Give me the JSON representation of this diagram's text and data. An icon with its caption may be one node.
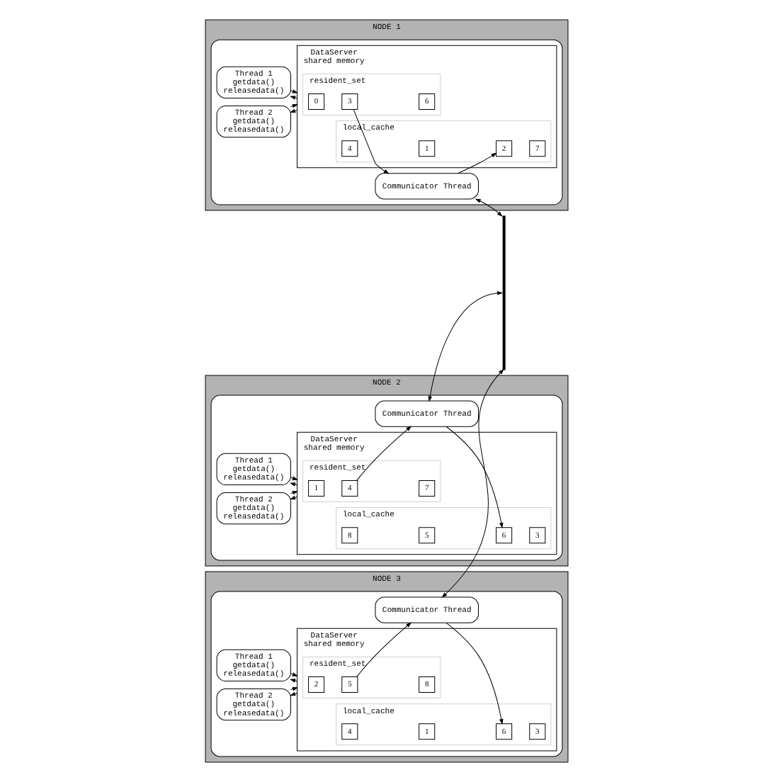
{
  "diagram": {
    "nodes": [
      {
        "text": [
          "NODE 1"
        ]
      },
      {
        "text": [],
        "shape": "box",
        "in": 0
      },
      {
        "text": [
          "Thread 1",
          "getdata()",
          "releasedata()"
        ],
        "in": 1
      },
      {
        "text": [
          "Thread 2",
          "getdata()",
          "releasedata()"
        ],
        "in": 1
      },
      {
        "text": [
          "DataServer",
          "shared memory"
        ],
        "in": 1
      },
      {
        "text": [
          "resident_set"
        ],
        "in": 4
      },
      {
        "text": [
          "0"
        ],
        "in": 5
      },
      {
        "text": [
          "3"
        ],
        "in": 5
      },
      {
        "text": [
          "6"
        ],
        "in": 5
      },
      {
        "text": [
          "local_cache"
        ],
        "in": 4
      },
      {
        "text": [
          "4"
        ],
        "in": 9
      },
      {
        "text": [
          "1"
        ],
        "in": 9
      },
      {
        "text": [
          "2"
        ],
        "in": 9
      },
      {
        "text": [
          "7"
        ],
        "in": 9
      },
      {
        "text": [
          "Communicator Thread"
        ],
        "in": 1
      },
      {
        "text": [
          "NODE 2"
        ]
      },
      {
        "text": [],
        "shape": "box",
        "in": 15
      },
      {
        "text": [
          "Thread 1",
          "getdata()",
          "releasedata()"
        ],
        "in": 16
      },
      {
        "text": [
          "Thread 2",
          "getdata()",
          "releasedata()"
        ],
        "in": 16
      },
      {
        "text": [
          "DataServer",
          "shared memory"
        ],
        "in": 16
      },
      {
        "text": [
          "resident_set"
        ],
        "in": 19
      },
      {
        "text": [
          "1"
        ],
        "in": 20
      },
      {
        "text": [
          "4"
        ],
        "in": 20
      },
      {
        "text": [
          "7"
        ],
        "in": 20
      },
      {
        "text": [
          "local_cache"
        ],
        "in": 19
      },
      {
        "text": [
          "8"
        ],
        "in": 24
      },
      {
        "text": [
          "5"
        ],
        "in": 24
      },
      {
        "text": [
          "6"
        ],
        "in": 24
      },
      {
        "text": [
          "3"
        ],
        "in": 24
      },
      {
        "text": [
          "Communicator Thread"
        ],
        "in": 16
      },
      {
        "text": [
          "NODE 3"
        ]
      },
      {
        "text": [],
        "shape": "box",
        "in": 30
      },
      {
        "text": [
          "Thread 1",
          "getdata()",
          "releasedata()"
        ],
        "in": 31
      },
      {
        "text": [
          "Thread 2",
          "getdata()",
          "releasedata()"
        ],
        "in": 31
      },
      {
        "text": [
          "DataServer",
          "shared memory"
        ],
        "in": 31
      },
      {
        "text": [
          "resident_set"
        ],
        "in": 34
      },
      {
        "text": [
          "2"
        ],
        "in": 35
      },
      {
        "text": [
          "5"
        ],
        "in": 35
      },
      {
        "text": [
          "8"
        ],
        "in": 35
      },
      {
        "text": [
          "local_cache"
        ],
        "in": 34
      },
      {
        "text": [
          "4"
        ],
        "in": 39
      },
      {
        "text": [
          "1"
        ],
        "in": 39
      },
      {
        "text": [
          "6"
        ],
        "in": 39
      },
      {
        "text": [
          "3"
        ],
        "in": 39
      },
      {
        "text": [
          "Communicator Thread"
        ],
        "in": 31
      },
      {
        "text": [],
        "shape": "bar"
      }
    ],
    "edges": [
      {
        "from": 4,
        "to": 2,
        "arrow": "to"
      },
      {
        "from": 2,
        "to": 4,
        "arrow": "to"
      },
      {
        "from": 4,
        "to": 3,
        "arrow": "to"
      },
      {
        "from": 3,
        "to": 4,
        "arrow": "to"
      },
      {
        "from": 7,
        "to": 14,
        "arrow": "to"
      },
      {
        "from": 14,
        "to": 12,
        "arrow": "to"
      },
      {
        "from": 14,
        "to": 45,
        "arrow": "both"
      },
      {
        "from": 19,
        "to": 17,
        "arrow": "to"
      },
      {
        "from": 17,
        "to": 19,
        "arrow": "to"
      },
      {
        "from": 19,
        "to": 18,
        "arrow": "to"
      },
      {
        "from": 18,
        "to": 19,
        "arrow": "to"
      },
      {
        "from": 22,
        "to": 29,
        "arrow": "to"
      },
      {
        "from": 29,
        "to": 27,
        "arrow": "to"
      },
      {
        "from": 29,
        "to": 45,
        "arrow": "both"
      },
      {
        "from": 34,
        "to": 32,
        "arrow": "to"
      },
      {
        "from": 32,
        "to": 34,
        "arrow": "to"
      },
      {
        "from": 34,
        "to": 33,
        "arrow": "to"
      },
      {
        "from": 33,
        "to": 34,
        "arrow": "to"
      },
      {
        "from": 37,
        "to": 44,
        "arrow": "to"
      },
      {
        "from": 44,
        "to": 42,
        "arrow": "to"
      },
      {
        "from": 44,
        "to": 45,
        "arrow": "both"
      }
    ]
  }
}
